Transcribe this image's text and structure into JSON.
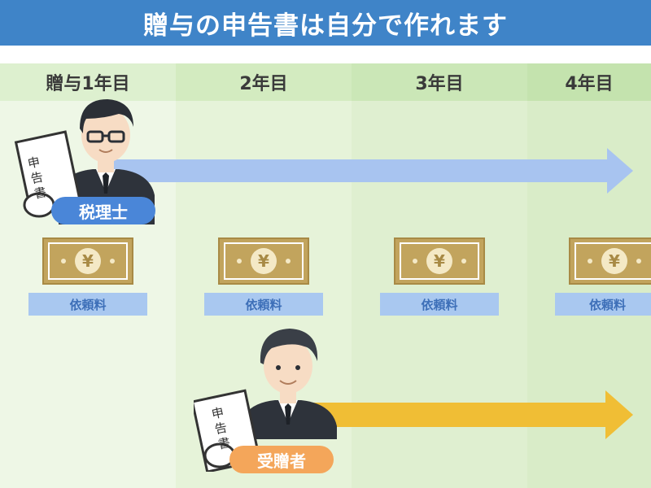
{
  "title": "贈与の申告書は自分で作れます",
  "columns": [
    {
      "label": "贈与1年目"
    },
    {
      "label": "2年目"
    },
    {
      "label": "3年目"
    },
    {
      "label": "4年目"
    }
  ],
  "people": {
    "tax_accountant": {
      "badge": "税理士",
      "document_text": "申告書"
    },
    "recipient": {
      "badge": "受贈者",
      "document_text": "申告書"
    }
  },
  "fees": [
    {
      "label": "依頼料",
      "currency_symbol": "¥"
    },
    {
      "label": "依頼料",
      "currency_symbol": "¥"
    },
    {
      "label": "依頼料",
      "currency_symbol": "¥"
    },
    {
      "label": "依頼料",
      "currency_symbol": "¥"
    }
  ],
  "colors": {
    "title_bg": "#3f84c8",
    "tax_badge": "#4a86d8",
    "recipient_badge": "#f4a65a",
    "blue_arrow": "#a8c4f0",
    "yellow_arrow": "#f0be35",
    "bill": "#c2a45d"
  }
}
